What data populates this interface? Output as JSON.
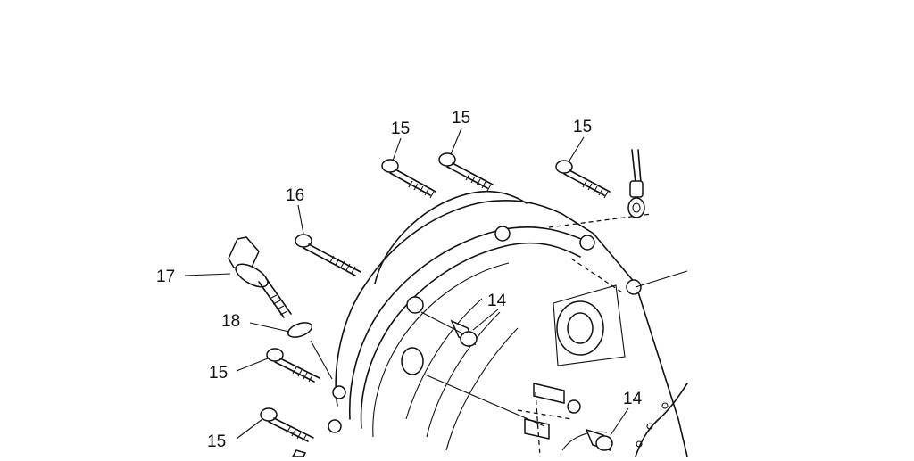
{
  "callouts": {
    "c15_a": "15",
    "c15_b": "15",
    "c15_c": "15",
    "c16": "16",
    "c17": "17",
    "c18": "18",
    "c15_d": "15",
    "c15_e": "15",
    "c14_a": "14",
    "c14_b": "14"
  }
}
